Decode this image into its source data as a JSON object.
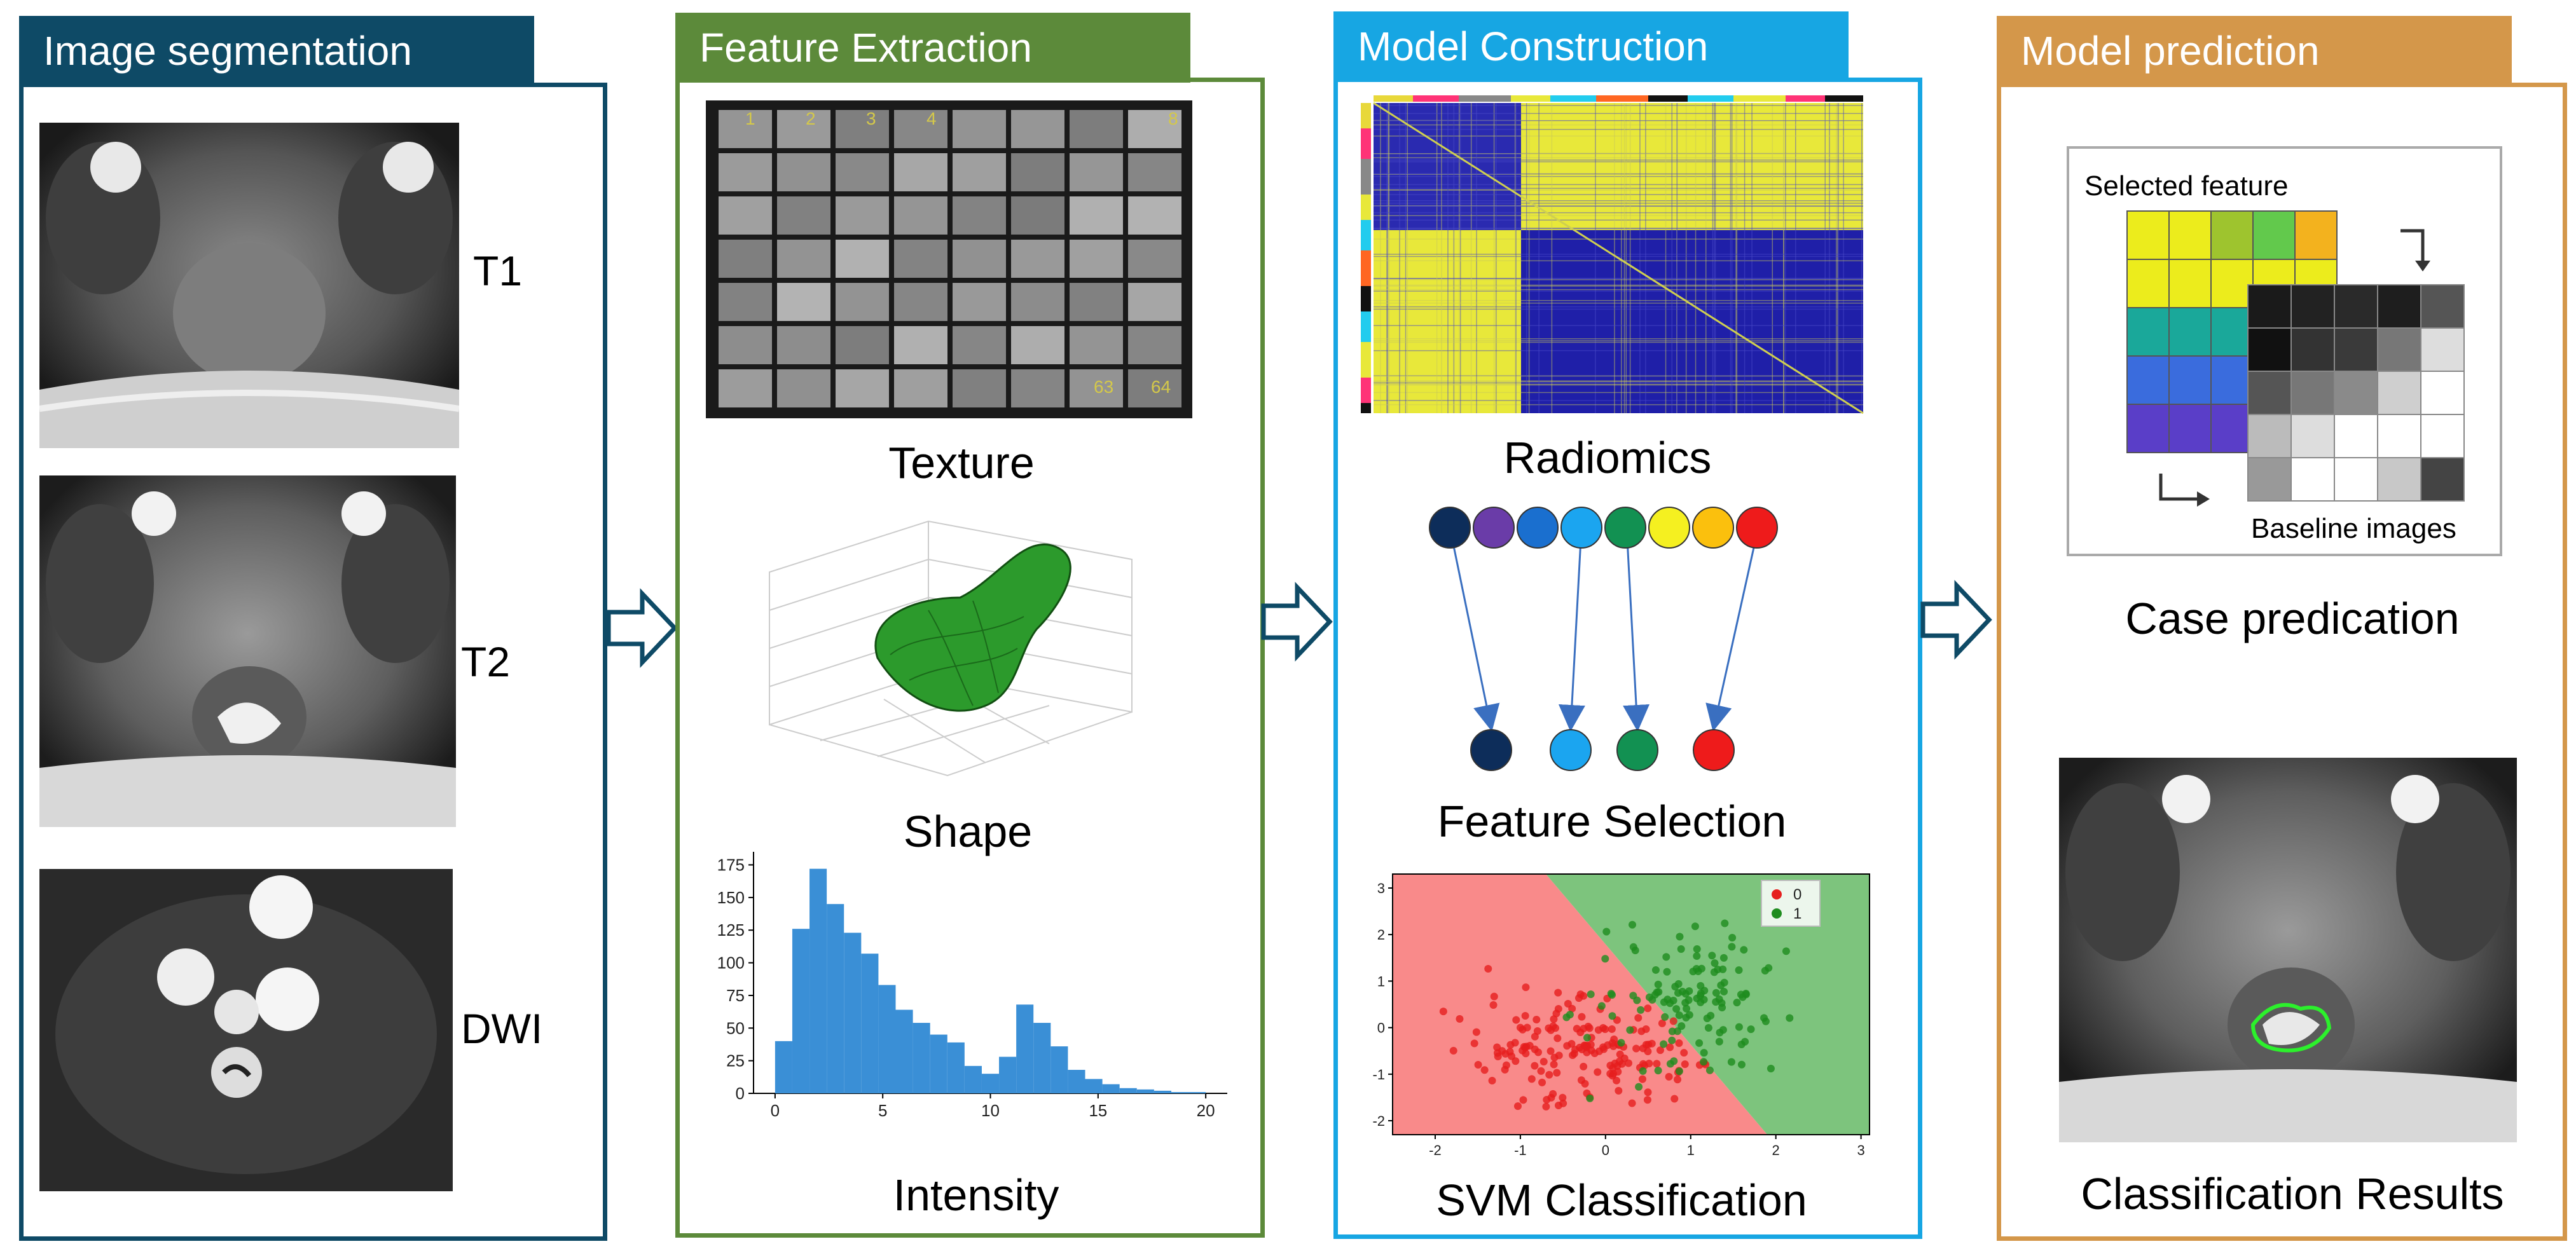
{
  "panels": {
    "segmentation": {
      "title": "Image segmentation",
      "color": "#0e4a66",
      "sequences": [
        "T1",
        "T2",
        "DWI"
      ]
    },
    "extraction": {
      "title": "Feature Extraction",
      "color": "#5c8a3a",
      "texture_label": "Texture",
      "shape_label": "Shape",
      "intensity_label": "Intensity",
      "texture_tile_numbers": [
        "1",
        "2",
        "3",
        "4",
        "8",
        "63",
        "64"
      ],
      "histogram": {
        "type": "bar",
        "x_ticks": [
          "0",
          "5",
          "10",
          "15",
          "20"
        ],
        "y_ticks": [
          "0",
          "25",
          "50",
          "75",
          "100",
          "125",
          "150",
          "175"
        ],
        "ylim": [
          0,
          185
        ],
        "xlim": [
          -1,
          21
        ],
        "bin_width": 0.8,
        "bin_starts": [
          0,
          0.8,
          1.6,
          2.4,
          3.2,
          4.0,
          4.8,
          5.6,
          6.4,
          7.2,
          8.0,
          8.8,
          9.6,
          10.4,
          11.2,
          12.0,
          12.8,
          13.6,
          14.4,
          15.2,
          16.0,
          16.8,
          17.6,
          18.4,
          19.2,
          20.0
        ],
        "values": [
          40,
          126,
          172,
          145,
          123,
          107,
          83,
          64,
          54,
          45,
          39,
          21,
          15,
          28,
          68,
          54,
          36,
          18,
          11,
          7,
          4,
          3,
          2,
          1,
          1,
          0
        ],
        "color": "#3a8fd6"
      }
    },
    "construction": {
      "title": "Model Construction",
      "color": "#17a6e3",
      "radiomics_label": "Radiomics",
      "feature_selection_label": "Feature Selection",
      "svm_label": "SVM Classification",
      "feature_circles": [
        "#0d2d5a",
        "#6a3ca8",
        "#1a6fcf",
        "#1ba5f0",
        "#129152",
        "#f5f020",
        "#fbc00d",
        "#ee1b1b"
      ],
      "selected_circles": [
        "#0d2d5a",
        "#1ba5f0",
        "#129152",
        "#ee1b1b"
      ],
      "svm": {
        "type": "scatter",
        "x_ticks": [
          "-2",
          "-1",
          "0",
          "1",
          "2",
          "3"
        ],
        "y_ticks": [
          "-2",
          "-1",
          "0",
          "1",
          "2",
          "3"
        ],
        "xlim": [
          -2.5,
          3.1
        ],
        "ylim": [
          -2.3,
          3.3
        ],
        "legend": [
          "0",
          "1"
        ],
        "class_colors": [
          "#e61e1e",
          "#1e8c1e"
        ],
        "region_colors": [
          "#f98a8a",
          "#7dc47d"
        ]
      }
    },
    "prediction": {
      "title": "Model prediction",
      "color": "#d4974a",
      "selected_feature_label": "Selected feature",
      "baseline_label": "Baseline images",
      "case_label": "Case predication",
      "classification_label": "Classification Results"
    }
  }
}
